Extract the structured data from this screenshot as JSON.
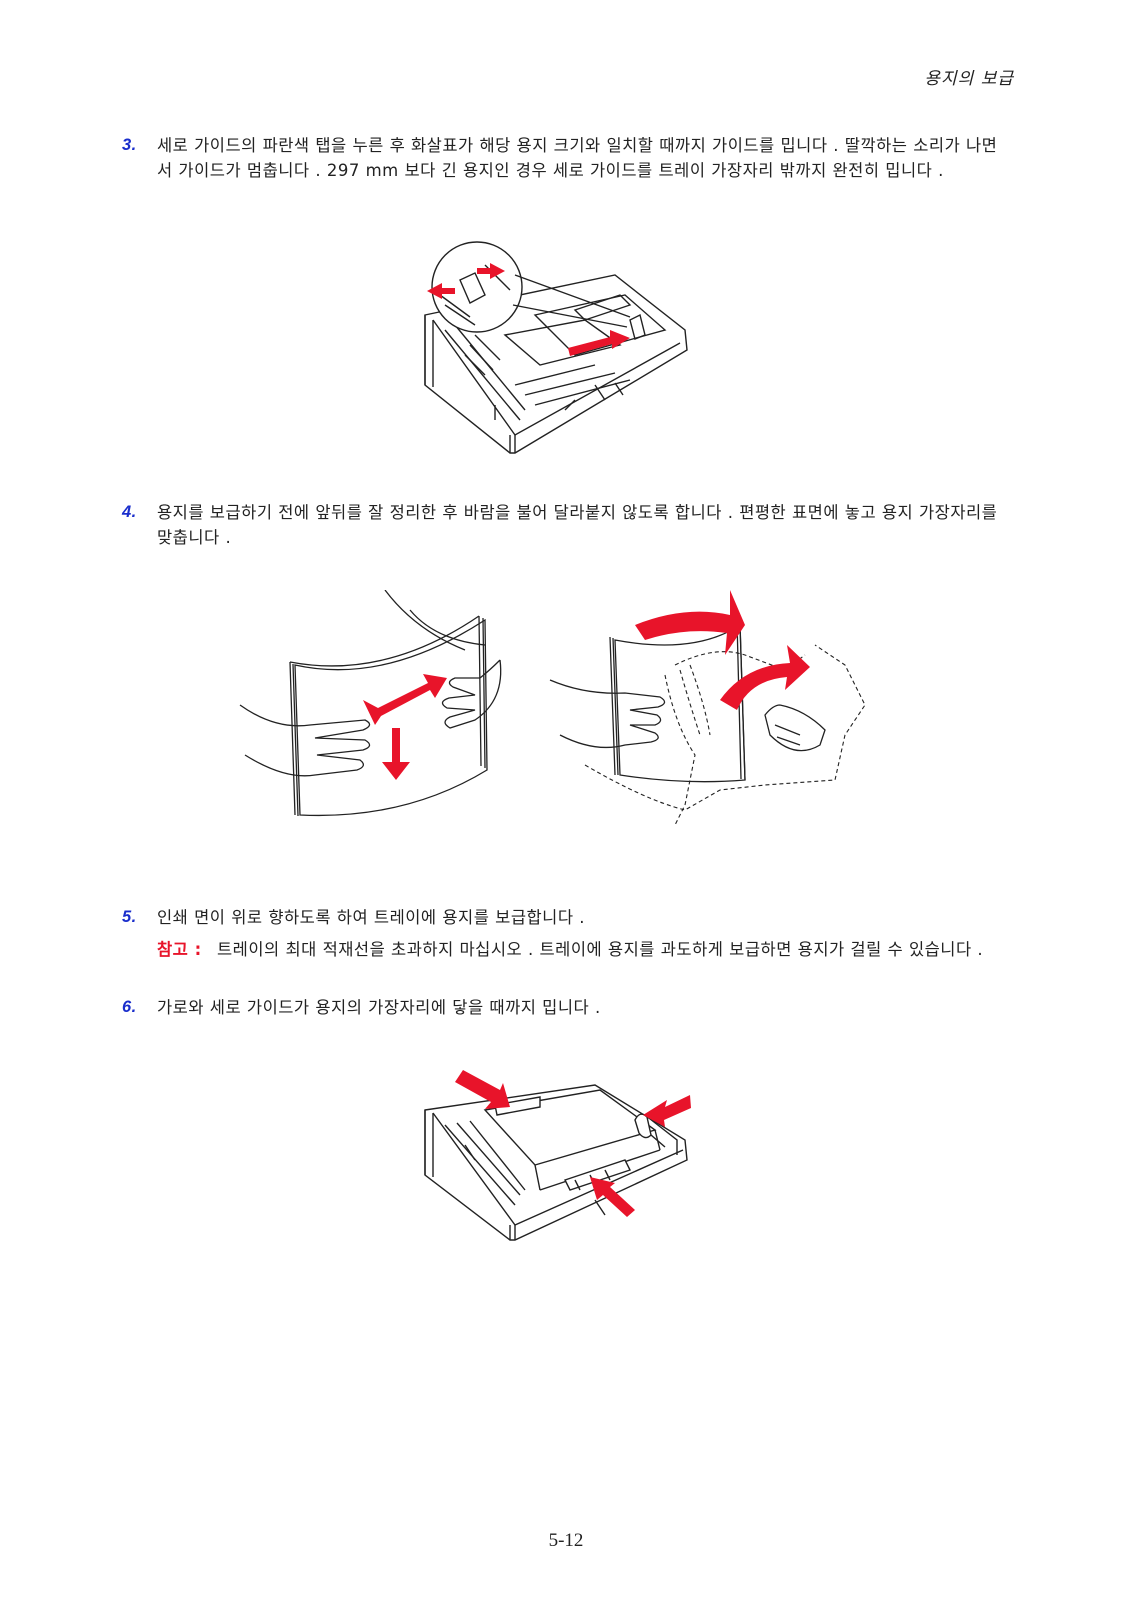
{
  "header": {
    "title": "용지의 보급"
  },
  "steps": [
    {
      "num": "3.",
      "text": "세로 가이드의 파란색 탭을 누른 후 화살표가 해당 용지 크기와 일치할 때까지 가이드를 밉니다 . 딸깍하는 소리가 나면서 가이드가 멈춥니다 . 297 mm 보다 긴 용지인 경우 세로 가이드를 트레이 가장자리 밖까지 완전히 밉니다 ."
    },
    {
      "num": "4.",
      "text": "용지를 보급하기 전에 앞뒤를 잘 정리한 후 바람을 불어 달라붙지 않도록 합니다 . 편평한 표면에 놓고 용지 가장자리를 맞춥니다 ."
    },
    {
      "num": "5.",
      "text": "인쇄 면이 위로 향하도록 하여 트레이에 용지를 보급합니다 ."
    },
    {
      "num": "6.",
      "text": "가로와 세로 가이드가 용지의 가장자리에 닿을 때까지 밉니다 ."
    }
  ],
  "note": {
    "label": "참고 :",
    "text": "트레이의 최대 적재선을 초과하지 마십시오 . 트레이에 용지를 과도하게 보급하면 용지가 걸릴 수 있습니다 ."
  },
  "colors": {
    "arrow": "#e8142a",
    "step_number": "#1a2ecc"
  },
  "page_number": "5-12"
}
